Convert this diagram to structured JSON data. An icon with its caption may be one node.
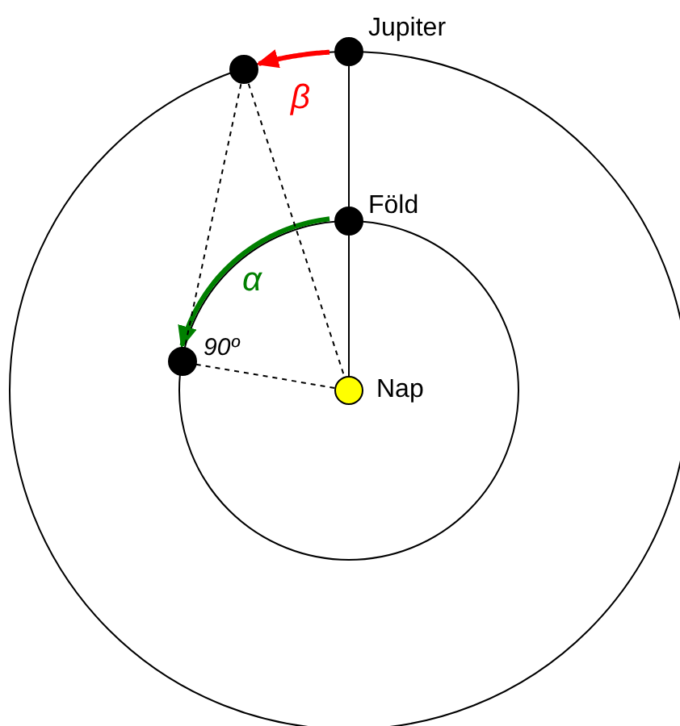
{
  "diagram": {
    "nodes": [
      {
        "text": [],
        "shape": "circle",
        "beside": [
          "Nap"
        ]
      },
      {
        "text": [],
        "shape": "circle",
        "beside": [
          "Föld"
        ]
      },
      {
        "text": [],
        "shape": "circle",
        "beside": [
          "Jupiter"
        ]
      },
      {
        "text": [],
        "shape": "circle"
      },
      {
        "text": [],
        "shape": "circle"
      }
    ],
    "edges": [
      {
        "from": 0,
        "to": 1,
        "arrow": "none"
      },
      {
        "from": 1,
        "to": 2,
        "arrow": "none"
      },
      {
        "from": 2,
        "to": 3,
        "arrow": "to",
        "label": "β",
        "style": "thick",
        "color": "#ff0000"
      },
      {
        "from": 1,
        "to": 4,
        "arrow": "to",
        "label": "α",
        "style": "thick",
        "color": "#008000"
      },
      {
        "from": 3,
        "to": 4,
        "arrow": "none",
        "style": "dashed"
      },
      {
        "from": 3,
        "to": 0,
        "arrow": "none",
        "style": "dashed"
      },
      {
        "from": 4,
        "to": 0,
        "arrow": "none",
        "style": "dashed"
      }
    ],
    "labels": [
      "90º"
    ]
  }
}
